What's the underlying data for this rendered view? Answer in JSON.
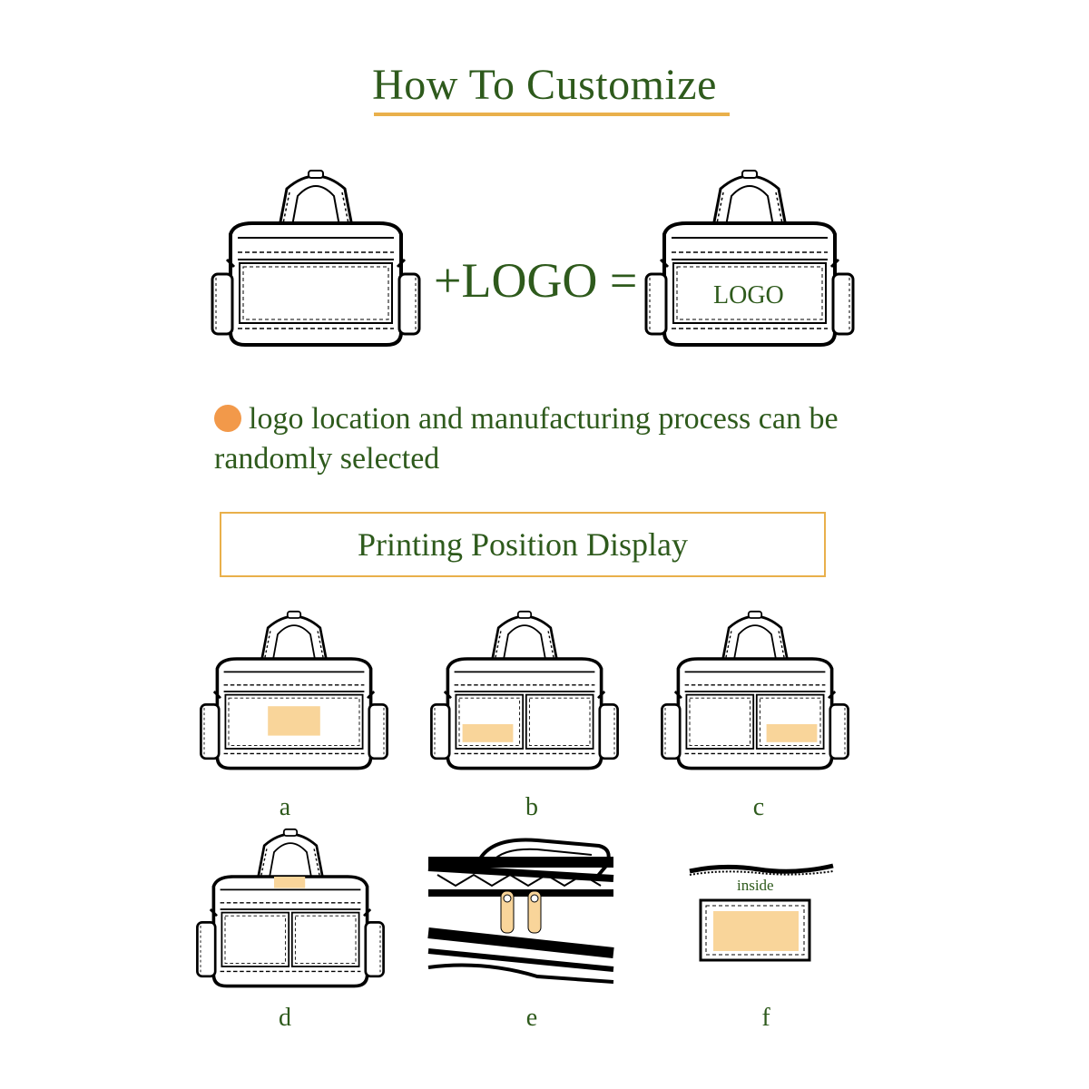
{
  "header": {
    "title": "How To Customize"
  },
  "formula": {
    "text": "+LOGO =",
    "result_logo": "LOGO"
  },
  "note": {
    "text": "logo location and manufacturing process can be randomly selected"
  },
  "section": {
    "title": "Printing Position Display"
  },
  "positions": [
    {
      "label": "a"
    },
    {
      "label": "b"
    },
    {
      "label": "c"
    },
    {
      "label": "d"
    },
    {
      "label": "e"
    },
    {
      "label": "f"
    }
  ],
  "inside_label": "inside",
  "colors": {
    "text_green": "#2e5a1c",
    "accent_gold": "#e9b04b",
    "dot_orange": "#f2994a",
    "logo_patch": "#f9d59a"
  }
}
